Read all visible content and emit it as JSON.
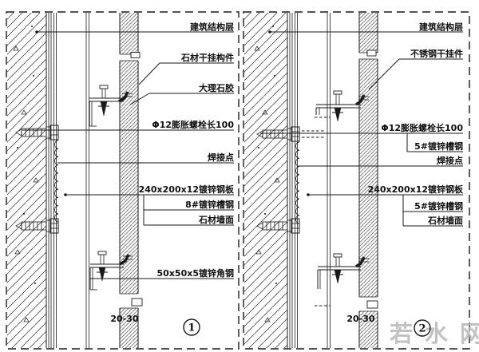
{
  "drawing": {
    "type": "architectural-detail-section",
    "subject": "stone curtain wall dry-hanging installation details",
    "left_panel": {
      "labels": {
        "structure_layer": "建筑结构层",
        "stone_anchor": "石材干挂构件",
        "marble_glue": "大理石胶",
        "expansion_bolt": "Φ12膨胀螺栓长100",
        "weld_point": "焊接点",
        "steel_plate": "240x200x12镀锌钢板",
        "channel_steel": "8#镀锌槽钢",
        "stone_wall": "石材墙面",
        "angle_steel": "50x50x5镀锌角钢",
        "gap_dimension": "20-30",
        "detail_number": "1"
      }
    },
    "right_panel": {
      "labels": {
        "structure_layer": "建筑结构层",
        "ss_anchor": "不锈钢干挂件",
        "expansion_bolt": "Φ12膨胀螺栓长100",
        "channel_steel_mid": "5#镀锌槽钢",
        "weld_point": "焊接点",
        "steel_plate": "240x200x12镀锌钢板",
        "channel_steel": "5#镀锌槽钢",
        "stone_wall": "石材墙面",
        "gap_dimension": "20-30",
        "detail_number": "2"
      }
    },
    "watermark": {
      "text": "若水网",
      "color": "#b4b4b4"
    },
    "colors": {
      "line": "#1a1a1a",
      "background": "#ffffff"
    }
  }
}
